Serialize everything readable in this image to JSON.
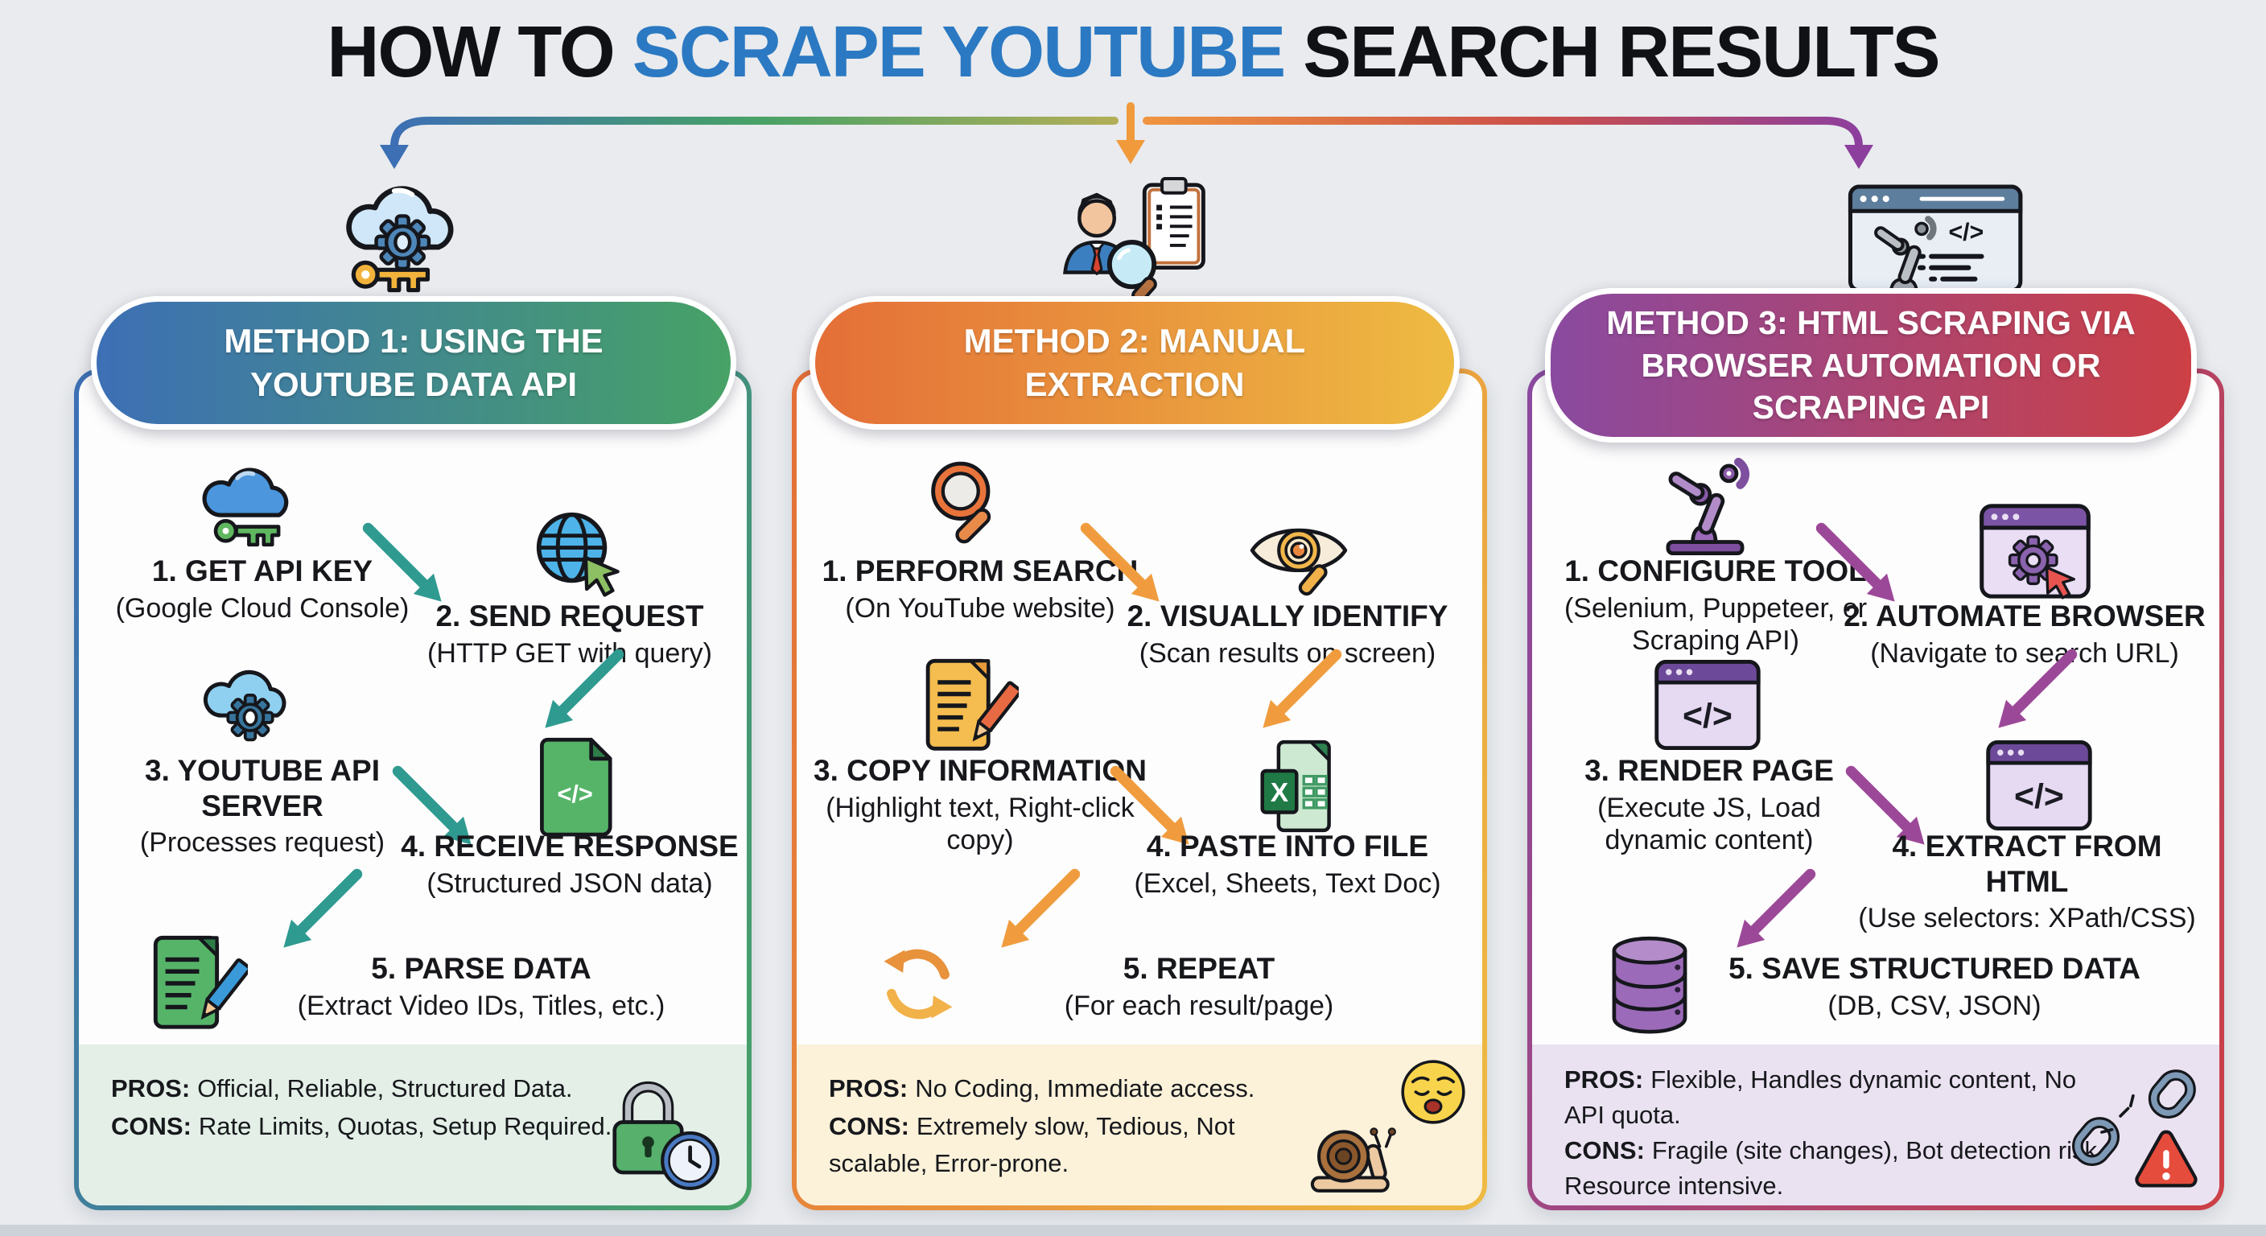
{
  "title": {
    "part1": "HOW TO ",
    "highlight": "SCRAPE YOUTUBE",
    "part2": " SEARCH RESULTS"
  },
  "palette": {
    "background": "#e9ebee",
    "title_text": "#101114",
    "title_highlight": "#2b79c2",
    "method1_gradient": [
      "#3d6fb5",
      "#47a266"
    ],
    "method2_gradient": [
      "#e46f38",
      "#eebb42"
    ],
    "method3_gradient": [
      "#8a4aa0",
      "#cc4045"
    ],
    "method1_arrow": "#2f9a90",
    "method2_arrow": "#f09c3e",
    "method3_arrow": "#9c4898",
    "method1_pros_bg": "#e3efe7",
    "method2_pros_bg": "#fcf2da",
    "method3_pros_bg": "#eae2f1"
  },
  "top_icons": [
    "cloud-gear-key",
    "analyst-clipboard-magnifier",
    "robot-arm-browser"
  ],
  "methods": [
    {
      "header": "METHOD 1: USING THE YOUTUBE DATA API",
      "steps": [
        {
          "icon": "cloud-key",
          "title": "1. GET API KEY",
          "subtitle": "(Google Cloud Console)"
        },
        {
          "icon": "globe-cursor",
          "title": "2. SEND REQUEST",
          "subtitle": "(HTTP GET with query)"
        },
        {
          "icon": "cloud-gear",
          "title": "3. YOUTUBE API SERVER",
          "subtitle": "(Processes request)"
        },
        {
          "icon": "code-file",
          "title": "4. RECEIVE RESPONSE",
          "subtitle": "(Structured JSON data)"
        },
        {
          "icon": "document-pencil",
          "title": "5. PARSE DATA",
          "subtitle": "(Extract Video IDs, Titles, etc.)"
        }
      ],
      "pros_label": "PROS:",
      "pros_text": "Official, Reliable, Structured Data.",
      "cons_label": "CONS:",
      "cons_text": "Rate Limits, Quotas, Setup Required.",
      "footer_icons": [
        "padlock",
        "clock"
      ]
    },
    {
      "header": "METHOD 2: MANUAL EXTRACTION",
      "steps": [
        {
          "icon": "search-magnifier",
          "title": "1. PERFORM SEARCH",
          "subtitle": "(On YouTube website)"
        },
        {
          "icon": "eye-magnifier",
          "title": "2. VISUALLY IDENTIFY",
          "subtitle": "(Scan results on screen)"
        },
        {
          "icon": "copy-document-pencil",
          "title": "3. COPY INFORMATION",
          "subtitle": "(Highlight text, Right-click copy)"
        },
        {
          "icon": "excel-file",
          "title": "4. PASTE INTO FILE",
          "subtitle": "(Excel, Sheets, Text Doc)"
        },
        {
          "icon": "repeat-arrows",
          "title": "5. REPEAT",
          "subtitle": "(For each result/page)"
        }
      ],
      "pros_label": "PROS:",
      "pros_text": "No Coding, Immediate access.",
      "cons_label": "CONS:",
      "cons_text": "Extremely slow, Tedious, Not scalable, Error-prone.",
      "footer_icons": [
        "snail",
        "weary-face"
      ]
    },
    {
      "header": "METHOD 3: HTML SCRAPING VIA BROWSER AUTOMATION OR SCRAPING API",
      "steps": [
        {
          "icon": "robot-arm",
          "title": "1. CONFIGURE TOOL",
          "subtitle": "(Selenium, Puppeteer, or Scraping API)"
        },
        {
          "icon": "browser-gear-cursor",
          "title": "2. AUTOMATE BROWSER",
          "subtitle": "(Navigate to search URL)"
        },
        {
          "icon": "browser-code",
          "title": "3. RENDER PAGE",
          "subtitle": "(Execute JS, Load dynamic content)"
        },
        {
          "icon": "code-selectors",
          "title": "4. EXTRACT FROM HTML",
          "subtitle": "(Use selectors: XPath/CSS)"
        },
        {
          "icon": "database",
          "title": "5. SAVE STRUCTURED DATA",
          "subtitle": "(DB, CSV, JSON)"
        }
      ],
      "pros_label": "PROS:",
      "pros_text": "Flexible, Handles dynamic content, No API quota.",
      "cons_label": "CONS:",
      "cons_text": "Fragile (site changes), Bot detection risk, Resource intensive.",
      "footer_icons": [
        "broken-chain",
        "warning-triangle"
      ]
    }
  ]
}
